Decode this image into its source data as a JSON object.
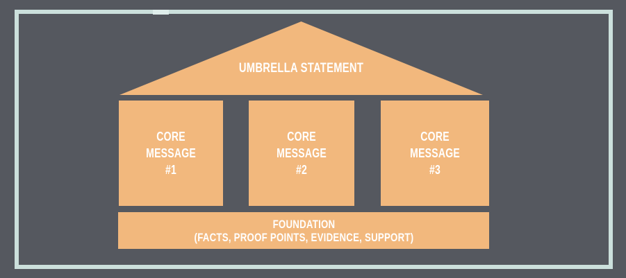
{
  "canvas": {
    "background_color": "#55585F",
    "frame_color": "#CCE0DC",
    "shape_color": "#F2B87D",
    "text_color": "#FFFFFF"
  },
  "diagram": {
    "roof": {
      "label": "UMBRELLA STATEMENT"
    },
    "pillars": [
      {
        "label": "CORE\nMESSAGE\n#1"
      },
      {
        "label": "CORE\nMESSAGE\n#2"
      },
      {
        "label": "CORE\nMESSAGE\n#3"
      }
    ],
    "foundation": {
      "label": "FOUNDATION\n(FACTS, PROOF POINTS, EVIDENCE, SUPPORT)"
    }
  }
}
